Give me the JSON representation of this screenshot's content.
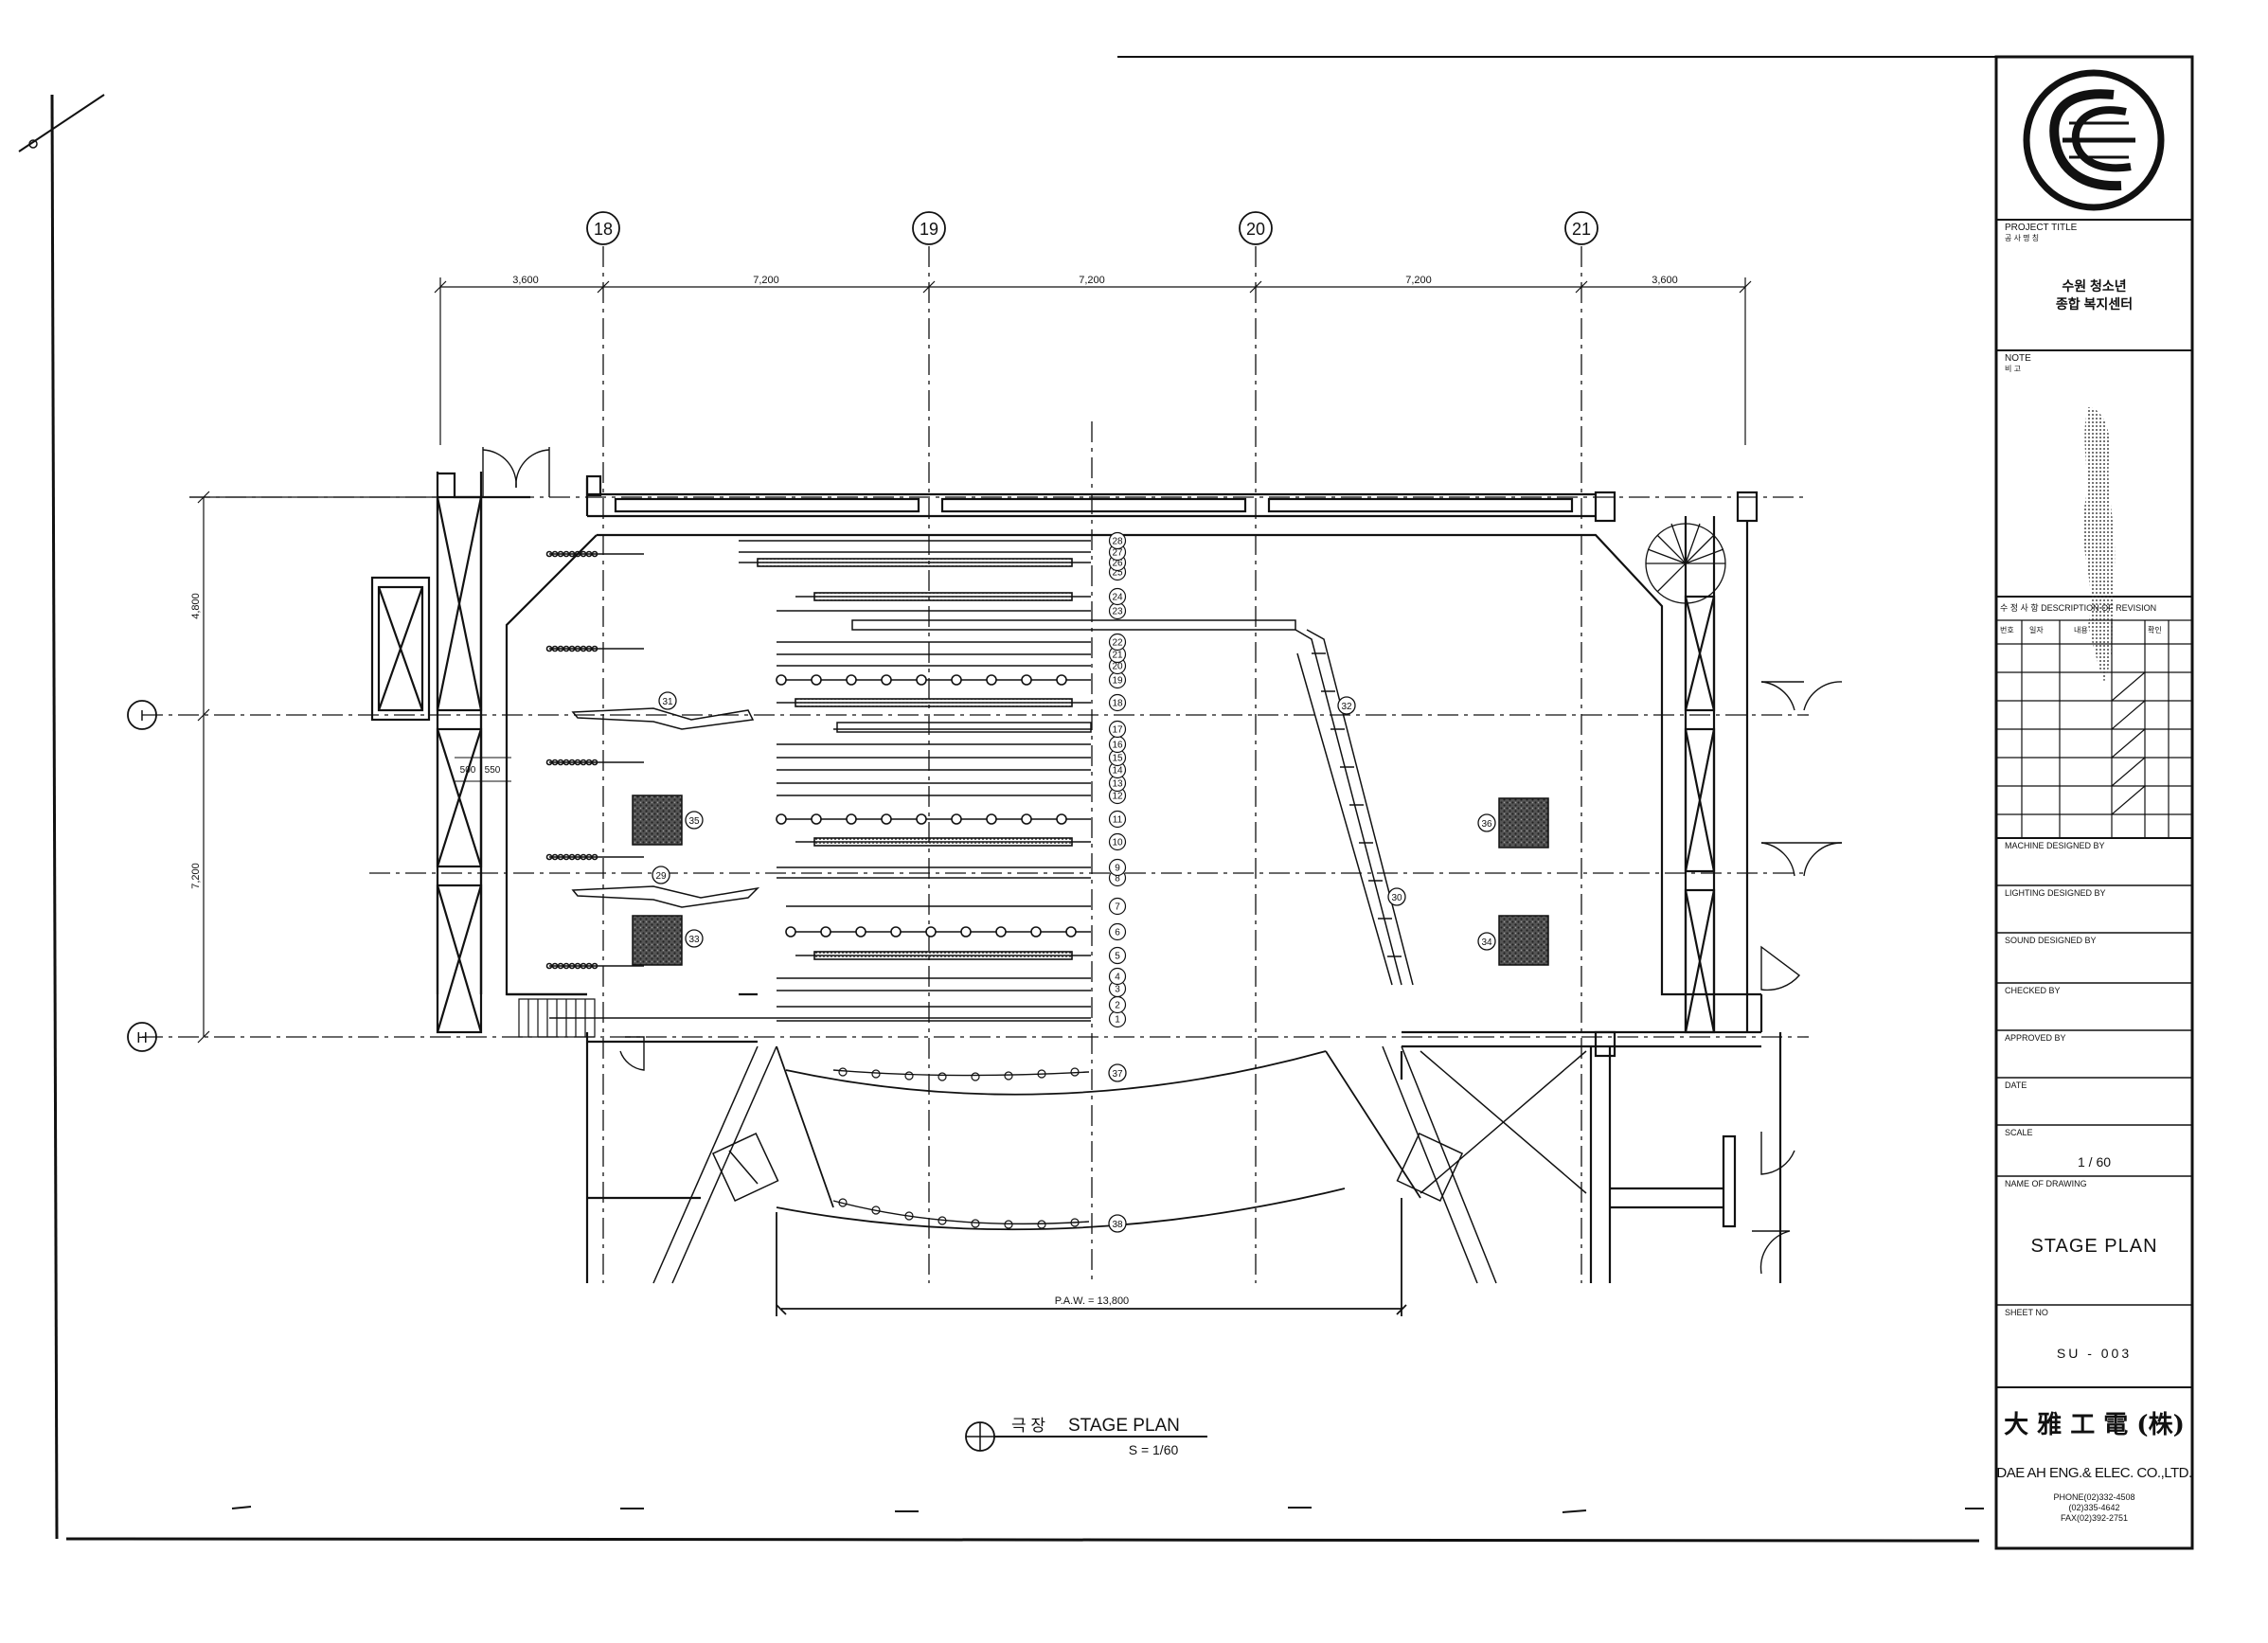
{
  "grid": {
    "columns": [
      "18",
      "19",
      "20",
      "21"
    ],
    "rows": [
      "I",
      "H"
    ]
  },
  "dimensions": {
    "top": [
      "3,600",
      "7,200",
      "7,200",
      "7,200",
      "3,600"
    ],
    "left": [
      "4,800",
      "7,200"
    ],
    "small": [
      "500",
      "550"
    ],
    "paw": "P.A.W. = 13,800"
  },
  "batten_labels": [
    "1",
    "2",
    "3",
    "4",
    "5",
    "6",
    "7",
    "8",
    "9",
    "10",
    "11",
    "12",
    "13",
    "14",
    "15",
    "16",
    "17",
    "18",
    "19",
    "20",
    "21",
    "22",
    "23",
    "24",
    "25",
    "26",
    "27",
    "28"
  ],
  "other_labels": {
    "l29": "29",
    "l30": "30",
    "l31": "31",
    "l32": "32",
    "l33": "33",
    "l34": "34",
    "l35": "35",
    "l36": "36",
    "l37": "37",
    "l38": "38"
  },
  "plan_title": {
    "korean": "극 장",
    "name": "STAGE   PLAN",
    "scale": "S = 1/60"
  },
  "title_block": {
    "project_title_label": "PROJECT TITLE",
    "project_title_kr": "공 사 명 칭",
    "project_name_line1": "수원 청소년",
    "project_name_line2": "종합 복지센터",
    "note_label": "NOTE",
    "note_kr": "비 고",
    "revision_header": "수 정 사 항    DESCRIPTION OF REVISION",
    "revision_columns": [
      "번호",
      "일자",
      "내용",
      "확인"
    ],
    "machine_designed_label": "MACHINE DESIGNED BY",
    "lighting_designed_label": "LIGHTING DESIGNED BY",
    "sound_designed_label": "SOUND DESIGNED BY",
    "checked_label": "CHECKED BY",
    "approved_label": "APPROVED BY",
    "date_label": "DATE",
    "scale_label": "SCALE",
    "scale_value": "1 / 60",
    "name_of_drawing_label": "NAME OF DRAWING",
    "drawing_name": "STAGE PLAN",
    "sheet_no_label": "SHEET NO",
    "sheet_no_value": "SU - 003",
    "company_hanja": "大 雅 工 電 (株)",
    "company_name": "DAE AH ENG.& ELEC. CO.,LTD.",
    "phone1": "PHONE(02)332-4508",
    "phone2": "(02)335-4642",
    "fax": "FAX(02)392-2751"
  },
  "colors": {
    "ink": "#111111",
    "pattern": "#333333",
    "paper": "#ffffff"
  }
}
